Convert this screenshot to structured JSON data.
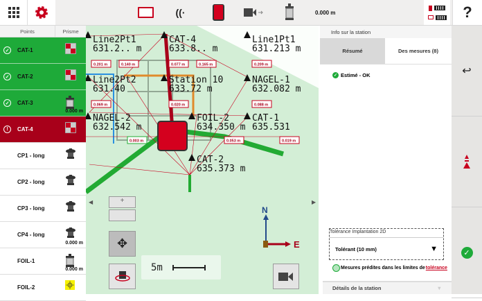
{
  "toolbar": {
    "distance": "0.000 m",
    "help": "?"
  },
  "list": {
    "col_points": "Points",
    "col_prism": "Prisme",
    "items": [
      {
        "name": "CAT-1",
        "status": "ok",
        "prism": "target-plate",
        "dist": ""
      },
      {
        "name": "CAT-2",
        "status": "ok",
        "prism": "target-plate",
        "dist": ""
      },
      {
        "name": "CAT-3",
        "status": "ok",
        "prism": "360-prism",
        "dist": "0.000 m"
      },
      {
        "name": "CAT-4",
        "status": "error",
        "prism": "target-plate",
        "dist": ""
      },
      {
        "name": "CP1 - long",
        "status": "none",
        "prism": "mini-prism",
        "dist": ""
      },
      {
        "name": "CP2 - long",
        "status": "none",
        "prism": "mini-prism",
        "dist": ""
      },
      {
        "name": "CP3 - long",
        "status": "none",
        "prism": "mini-prism",
        "dist": ""
      },
      {
        "name": "CP4 - long",
        "status": "none",
        "prism": "mini-prism",
        "dist": "0.000 m"
      },
      {
        "name": "FOIL-1",
        "status": "none",
        "prism": "360-prism",
        "dist": "0.000 m"
      },
      {
        "name": "FOIL-2",
        "status": "none",
        "prism": "reflective-foil",
        "dist": ""
      }
    ]
  },
  "map": {
    "points": [
      {
        "name": "CAT-4",
        "elev": "633.8.. m"
      },
      {
        "name": "Line1Pt1",
        "elev": "631.213 m"
      },
      {
        "name": "Line2Pt1",
        "elev": "631.2.. m"
      },
      {
        "name": "Station 10",
        "elev": "633.72 m"
      },
      {
        "name": "NAGEL-1",
        "elev": "632.082 m"
      },
      {
        "name": "CAT-1",
        "elev": "635.531"
      },
      {
        "name": "FOIL-2",
        "elev": "634.350 m"
      },
      {
        "name": "Line2Pt2",
        "elev": "631.40"
      },
      {
        "name": "NAGEL-2",
        "elev": "632.542 m"
      },
      {
        "name": "CAT-2",
        "elev": "635.373 m"
      }
    ],
    "residuals": [
      "0.201 m",
      "0.140 m",
      "0.077 m",
      "0.165 m",
      "0.209 m",
      "0.069 m",
      "0.020 m",
      "0.088 m",
      "0.003 m",
      "0.053 m",
      "0.019 m"
    ],
    "scale": "5m",
    "north": "N",
    "east": "E",
    "zoom_in": "+"
  },
  "panel": {
    "title": "Info sur la station",
    "tab_summary": "Résumé",
    "tab_measures": "Des mesures (8)",
    "status": "Estimé - OK",
    "tolerance_label": "Tolérance Implantation 2D",
    "tolerance_value": "Tolérant (10 mm)",
    "tolerance_note": "Mesures prédites dans les limites de ",
    "tolerance_link": "tolérance",
    "details": "Détails de la station"
  },
  "colors": {
    "green": "#1eaa39",
    "red": "#a8001a",
    "map": "#d3eed6"
  }
}
